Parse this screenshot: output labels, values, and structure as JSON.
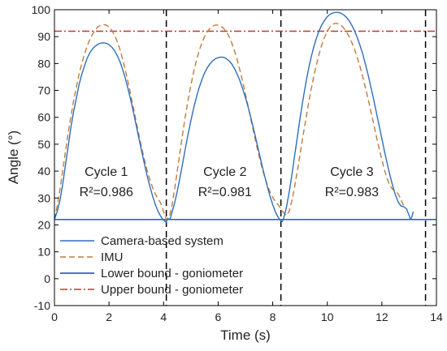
{
  "chart_data": {
    "type": "line",
    "title": "",
    "xlabel": "Time (s)",
    "ylabel": "Angle (°)",
    "xlim": [
      0,
      14
    ],
    "ylim": [
      -10,
      100
    ],
    "xticks": [
      0,
      2,
      4,
      6,
      8,
      10,
      12,
      14
    ],
    "yticks": [
      -10,
      0,
      10,
      20,
      30,
      40,
      50,
      60,
      70,
      80,
      90,
      100
    ],
    "grid": false,
    "legend_position": "bottom-left",
    "series": [
      {
        "name": "Camera-based system",
        "style": "solid",
        "color": "#2e6fbd",
        "points": [
          [
            0,
            22
          ],
          [
            0.1,
            25
          ],
          [
            0.2,
            29
          ],
          [
            0.3,
            35
          ],
          [
            0.4,
            42
          ],
          [
            0.5,
            49
          ],
          [
            0.6,
            56
          ],
          [
            0.7,
            62
          ],
          [
            0.8,
            67
          ],
          [
            0.9,
            72
          ],
          [
            1.0,
            76
          ],
          [
            1.1,
            79
          ],
          [
            1.2,
            82
          ],
          [
            1.3,
            84
          ],
          [
            1.4,
            85.5
          ],
          [
            1.5,
            86.5
          ],
          [
            1.6,
            87.2
          ],
          [
            1.7,
            87.6
          ],
          [
            1.8,
            87.7
          ],
          [
            1.9,
            87.5
          ],
          [
            2.0,
            87.0
          ],
          [
            2.1,
            86.1
          ],
          [
            2.2,
            84.8
          ],
          [
            2.3,
            83.0
          ],
          [
            2.4,
            80.7
          ],
          [
            2.5,
            77.8
          ],
          [
            2.6,
            74.4
          ],
          [
            2.7,
            70.5
          ],
          [
            2.8,
            66.2
          ],
          [
            2.9,
            61.6
          ],
          [
            3.0,
            56.8
          ],
          [
            3.1,
            52.0
          ],
          [
            3.2,
            47.2
          ],
          [
            3.3,
            42.6
          ],
          [
            3.4,
            38.2
          ],
          [
            3.5,
            34.2
          ],
          [
            3.6,
            30.6
          ],
          [
            3.7,
            27.5
          ],
          [
            3.8,
            25.0
          ],
          [
            3.9,
            23.1
          ],
          [
            4.0,
            21.7
          ],
          [
            4.1,
            21.0
          ],
          [
            4.15,
            22.5
          ],
          [
            4.2,
            22.0
          ],
          [
            4.25,
            22.5
          ],
          [
            4.3,
            24.5
          ],
          [
            4.4,
            28.0
          ],
          [
            4.5,
            32.5
          ],
          [
            4.6,
            37.5
          ],
          [
            4.7,
            43.0
          ],
          [
            4.8,
            48.5
          ],
          [
            4.9,
            53.8
          ],
          [
            5.0,
            58.8
          ],
          [
            5.1,
            63.3
          ],
          [
            5.2,
            67.4
          ],
          [
            5.3,
            70.9
          ],
          [
            5.4,
            73.9
          ],
          [
            5.5,
            76.4
          ],
          [
            5.6,
            78.4
          ],
          [
            5.7,
            79.9
          ],
          [
            5.8,
            81.0
          ],
          [
            5.9,
            81.8
          ],
          [
            6.0,
            82.2
          ],
          [
            6.1,
            82.4
          ],
          [
            6.2,
            82.3
          ],
          [
            6.3,
            81.8
          ],
          [
            6.4,
            81.0
          ],
          [
            6.5,
            79.8
          ],
          [
            6.6,
            78.1
          ],
          [
            6.7,
            76.0
          ],
          [
            6.8,
            73.5
          ],
          [
            6.9,
            70.6
          ],
          [
            7.0,
            67.3
          ],
          [
            7.1,
            63.7
          ],
          [
            7.2,
            59.8
          ],
          [
            7.3,
            55.6
          ],
          [
            7.4,
            51.3
          ],
          [
            7.5,
            46.9
          ],
          [
            7.6,
            42.5
          ],
          [
            7.7,
            38.3
          ],
          [
            7.8,
            34.3
          ],
          [
            7.9,
            30.7
          ],
          [
            8.0,
            27.5
          ],
          [
            8.1,
            24.8
          ],
          [
            8.2,
            22.8
          ],
          [
            8.3,
            21.5
          ],
          [
            8.35,
            21.2
          ],
          [
            8.4,
            22.5
          ],
          [
            8.5,
            26.5
          ],
          [
            8.6,
            32.0
          ],
          [
            8.7,
            38.5
          ],
          [
            8.8,
            45.5
          ],
          [
            8.9,
            52.5
          ],
          [
            9.0,
            59.5
          ],
          [
            9.1,
            66.0
          ],
          [
            9.2,
            72.0
          ],
          [
            9.3,
            77.3
          ],
          [
            9.4,
            82.0
          ],
          [
            9.5,
            86.0
          ],
          [
            9.6,
            89.4
          ],
          [
            9.7,
            92.2
          ],
          [
            9.8,
            94.4
          ],
          [
            9.9,
            96.1
          ],
          [
            10.0,
            97.4
          ],
          [
            10.1,
            98.3
          ],
          [
            10.2,
            98.8
          ],
          [
            10.3,
            99.0
          ],
          [
            10.4,
            99.0
          ],
          [
            10.5,
            98.7
          ],
          [
            10.6,
            98.1
          ],
          [
            10.7,
            97.2
          ],
          [
            10.8,
            95.9
          ],
          [
            10.9,
            94.2
          ],
          [
            11.0,
            92.1
          ],
          [
            11.1,
            89.6
          ],
          [
            11.2,
            86.7
          ],
          [
            11.3,
            83.4
          ],
          [
            11.4,
            79.7
          ],
          [
            11.5,
            75.6
          ],
          [
            11.6,
            71.2
          ],
          [
            11.7,
            66.6
          ],
          [
            11.8,
            61.8
          ],
          [
            11.9,
            56.9
          ],
          [
            12.0,
            52.0
          ],
          [
            12.1,
            47.2
          ],
          [
            12.2,
            42.6
          ],
          [
            12.3,
            38.3
          ],
          [
            12.4,
            34.4
          ],
          [
            12.5,
            31.1
          ],
          [
            12.6,
            28.5
          ],
          [
            12.7,
            27.0
          ],
          [
            12.8,
            26.8
          ],
          [
            12.9,
            26.0
          ],
          [
            13.0,
            23.5
          ],
          [
            13.05,
            22.0
          ],
          [
            13.1,
            23.0
          ],
          [
            13.15,
            25.0
          ]
        ]
      },
      {
        "name": "IMU",
        "style": "dashed",
        "color": "#c07b40",
        "points": [
          [
            0,
            22
          ],
          [
            0.1,
            27
          ],
          [
            0.2,
            33
          ],
          [
            0.3,
            40
          ],
          [
            0.4,
            47
          ],
          [
            0.5,
            54
          ],
          [
            0.6,
            60
          ],
          [
            0.7,
            66
          ],
          [
            0.8,
            71
          ],
          [
            0.9,
            76
          ],
          [
            1.0,
            80
          ],
          [
            1.1,
            83.5
          ],
          [
            1.2,
            86.5
          ],
          [
            1.3,
            89
          ],
          [
            1.4,
            91
          ],
          [
            1.5,
            92.6
          ],
          [
            1.6,
            93.7
          ],
          [
            1.7,
            94.3
          ],
          [
            1.8,
            94.5
          ],
          [
            1.9,
            94.3
          ],
          [
            2.0,
            93.6
          ],
          [
            2.1,
            92.4
          ],
          [
            2.2,
            90.6
          ],
          [
            2.3,
            88.2
          ],
          [
            2.4,
            85.2
          ],
          [
            2.5,
            81.6
          ],
          [
            2.6,
            77.5
          ],
          [
            2.7,
            73.0
          ],
          [
            2.8,
            68.2
          ],
          [
            2.9,
            63.2
          ],
          [
            3.0,
            58.2
          ],
          [
            3.1,
            53.3
          ],
          [
            3.2,
            48.6
          ],
          [
            3.3,
            44.2
          ],
          [
            3.4,
            40.2
          ],
          [
            3.5,
            36.7
          ],
          [
            3.6,
            33.8
          ],
          [
            3.7,
            31.4
          ],
          [
            3.8,
            29.7
          ],
          [
            3.9,
            28.0
          ],
          [
            4.0,
            25.0
          ],
          [
            4.1,
            22.0
          ],
          [
            4.2,
            22.5
          ],
          [
            4.3,
            27.0
          ],
          [
            4.4,
            33.0
          ],
          [
            4.5,
            40.0
          ],
          [
            4.6,
            47.0
          ],
          [
            4.7,
            54.0
          ],
          [
            4.8,
            60.5
          ],
          [
            4.9,
            66.5
          ],
          [
            5.0,
            72.0
          ],
          [
            5.1,
            76.8
          ],
          [
            5.2,
            81.0
          ],
          [
            5.3,
            84.6
          ],
          [
            5.4,
            87.6
          ],
          [
            5.5,
            90.0
          ],
          [
            5.6,
            91.8
          ],
          [
            5.7,
            93.1
          ],
          [
            5.8,
            93.9
          ],
          [
            5.9,
            94.3
          ],
          [
            6.0,
            94.3
          ],
          [
            6.1,
            93.9
          ],
          [
            6.2,
            93.1
          ],
          [
            6.3,
            91.8
          ],
          [
            6.4,
            90.0
          ],
          [
            6.5,
            87.6
          ],
          [
            6.6,
            84.7
          ],
          [
            6.7,
            81.3
          ],
          [
            6.8,
            77.4
          ],
          [
            6.9,
            73.2
          ],
          [
            7.0,
            68.7
          ],
          [
            7.1,
            64.0
          ],
          [
            7.2,
            59.2
          ],
          [
            7.3,
            54.5
          ],
          [
            7.4,
            49.9
          ],
          [
            7.5,
            45.6
          ],
          [
            7.6,
            41.6
          ],
          [
            7.7,
            38.0
          ],
          [
            7.8,
            34.9
          ],
          [
            7.9,
            32.3
          ],
          [
            8.0,
            30.2
          ],
          [
            8.1,
            28.6
          ],
          [
            8.2,
            27.5
          ],
          [
            8.3,
            26.0
          ],
          [
            8.4,
            24.5
          ],
          [
            8.5,
            23.5
          ],
          [
            8.6,
            25.0
          ],
          [
            8.7,
            29.0
          ],
          [
            8.8,
            34.0
          ],
          [
            8.9,
            40.0
          ],
          [
            9.0,
            46.0
          ],
          [
            9.1,
            52.5
          ],
          [
            9.2,
            58.5
          ],
          [
            9.3,
            64.5
          ],
          [
            9.4,
            70.0
          ],
          [
            9.5,
            75.0
          ],
          [
            9.6,
            79.5
          ],
          [
            9.7,
            83.5
          ],
          [
            9.8,
            87.0
          ],
          [
            9.9,
            89.8
          ],
          [
            10.0,
            92.0
          ],
          [
            10.1,
            93.6
          ],
          [
            10.2,
            94.6
          ],
          [
            10.3,
            95.0
          ],
          [
            10.4,
            94.8
          ],
          [
            10.5,
            94.2
          ],
          [
            10.6,
            93.2
          ],
          [
            10.7,
            91.8
          ],
          [
            10.8,
            90.0
          ],
          [
            10.9,
            87.8
          ],
          [
            11.0,
            85.2
          ],
          [
            11.1,
            82.2
          ],
          [
            11.2,
            78.8
          ],
          [
            11.3,
            75.0
          ],
          [
            11.4,
            70.9
          ],
          [
            11.5,
            66.6
          ],
          [
            11.6,
            62.1
          ],
          [
            11.7,
            57.5
          ],
          [
            11.8,
            52.9
          ],
          [
            11.9,
            48.4
          ],
          [
            12.0,
            44.2
          ],
          [
            12.1,
            40.3
          ],
          [
            12.2,
            37.0
          ],
          [
            12.3,
            34.5
          ],
          [
            12.4,
            33.2
          ],
          [
            12.5,
            32.5
          ],
          [
            12.6,
            31.5
          ],
          [
            12.7,
            29.5
          ],
          [
            12.8,
            27.0
          ]
        ]
      },
      {
        "name": "Lower bound - goniometer",
        "style": "solid",
        "color": "#1f3fbf",
        "points": [
          [
            0,
            22
          ],
          [
            14,
            22
          ]
        ]
      },
      {
        "name": "Upper bound - goniometer",
        "style": "dashdot",
        "color": "#c0392b",
        "points": [
          [
            0,
            92
          ],
          [
            14,
            92
          ]
        ]
      }
    ],
    "cycle_boundaries": [
      4.1,
      8.3,
      13.6
    ],
    "annotations": [
      {
        "cycle": "Cycle 1",
        "r2": "R²=0.986",
        "x": 1.9
      },
      {
        "cycle": "Cycle 2",
        "r2": "R²=0.981",
        "x": 6.25
      },
      {
        "cycle": "Cycle 3",
        "r2": "R²=0.983",
        "x": 10.9
      }
    ]
  }
}
